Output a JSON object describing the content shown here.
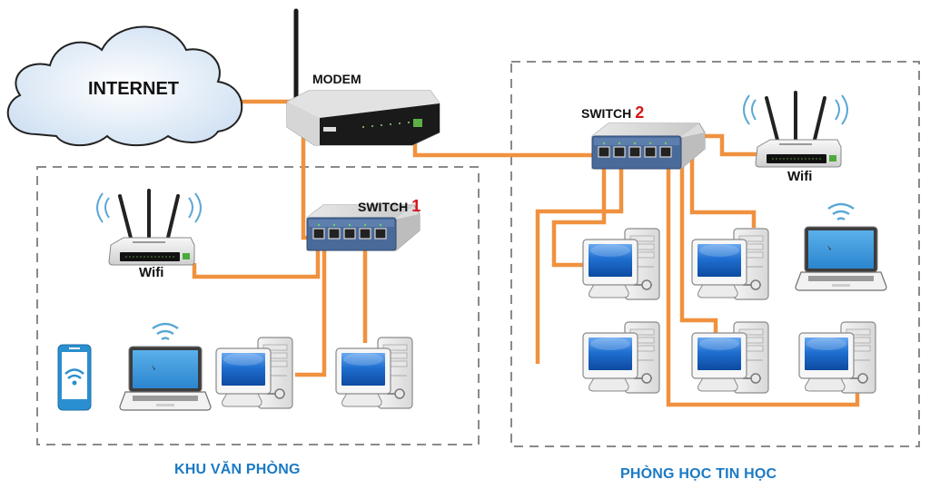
{
  "diagram": {
    "title": "Network topology diagram",
    "nodes": {
      "internet": {
        "label": "INTERNET",
        "icon": "cloud-icon"
      },
      "modem": {
        "label": "MODEM",
        "icon": "modem-icon"
      },
      "switch1": {
        "label": "SWITCH",
        "number": "1",
        "icon": "switch-icon"
      },
      "switch2": {
        "label": "SWITCH",
        "number": "2",
        "icon": "switch-icon"
      },
      "wifi1": {
        "label": "Wifi",
        "icon": "wifi-router-icon"
      },
      "wifi2": {
        "label": "Wifi",
        "icon": "wifi-router-icon"
      }
    },
    "zones": [
      {
        "id": "office",
        "label": "KHU VĂN PHÒNG",
        "devices": [
          "wifi-router",
          "smartphone",
          "laptop",
          "desktop-pc",
          "desktop-pc"
        ]
      },
      {
        "id": "computer-lab",
        "label": "PHÒNG HỌC TIN HỌC",
        "devices": [
          "wifi-router",
          "desktop-pc",
          "desktop-pc",
          "laptop",
          "desktop-pc",
          "desktop-pc",
          "desktop-pc"
        ]
      }
    ],
    "connections": [
      [
        "internet",
        "modem"
      ],
      [
        "modem",
        "switch1"
      ],
      [
        "modem",
        "switch2"
      ],
      [
        "switch1",
        "wifi1"
      ],
      [
        "switch1",
        "office-pc-1"
      ],
      [
        "switch1",
        "office-pc-2"
      ],
      [
        "switch2",
        "wifi2"
      ],
      [
        "switch2",
        "lab-pc-1"
      ],
      [
        "switch2",
        "lab-pc-2"
      ],
      [
        "switch2",
        "lab-pc-3"
      ],
      [
        "switch2",
        "lab-pc-4"
      ],
      [
        "switch2",
        "lab-pc-5"
      ]
    ],
    "colors": {
      "cable": "#f0913f",
      "zone_label": "#1b7ac4",
      "switch_number": "#d9141a",
      "zone_border": "#8a8a8a",
      "screen": "#1f6fd0",
      "switch_body": "#3f5f8f",
      "wifi_wave": "#5aa7d6"
    }
  }
}
